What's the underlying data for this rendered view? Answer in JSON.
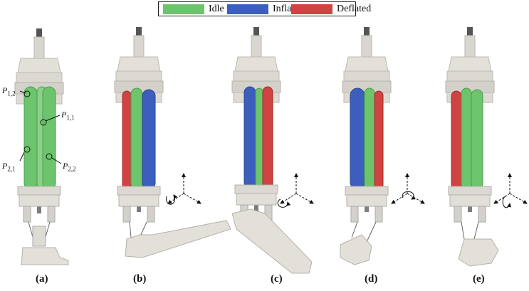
{
  "legend": [
    {
      "label": "Idle",
      "color": "#6cc56c"
    },
    {
      "label": "Inflated",
      "color": "#3c5fbd"
    },
    {
      "label": "Deflated",
      "color": "#cf4343"
    }
  ],
  "panels": [
    {
      "label": "(a)"
    },
    {
      "label": "(b)"
    },
    {
      "label": "(c)"
    },
    {
      "label": "(d)"
    },
    {
      "label": "(e)"
    }
  ],
  "points": [
    {
      "name": "P",
      "sub": "1,2"
    },
    {
      "name": "P",
      "sub": "1,1"
    },
    {
      "name": "P",
      "sub": "2,1"
    },
    {
      "name": "P",
      "sub": "2,2"
    }
  ]
}
